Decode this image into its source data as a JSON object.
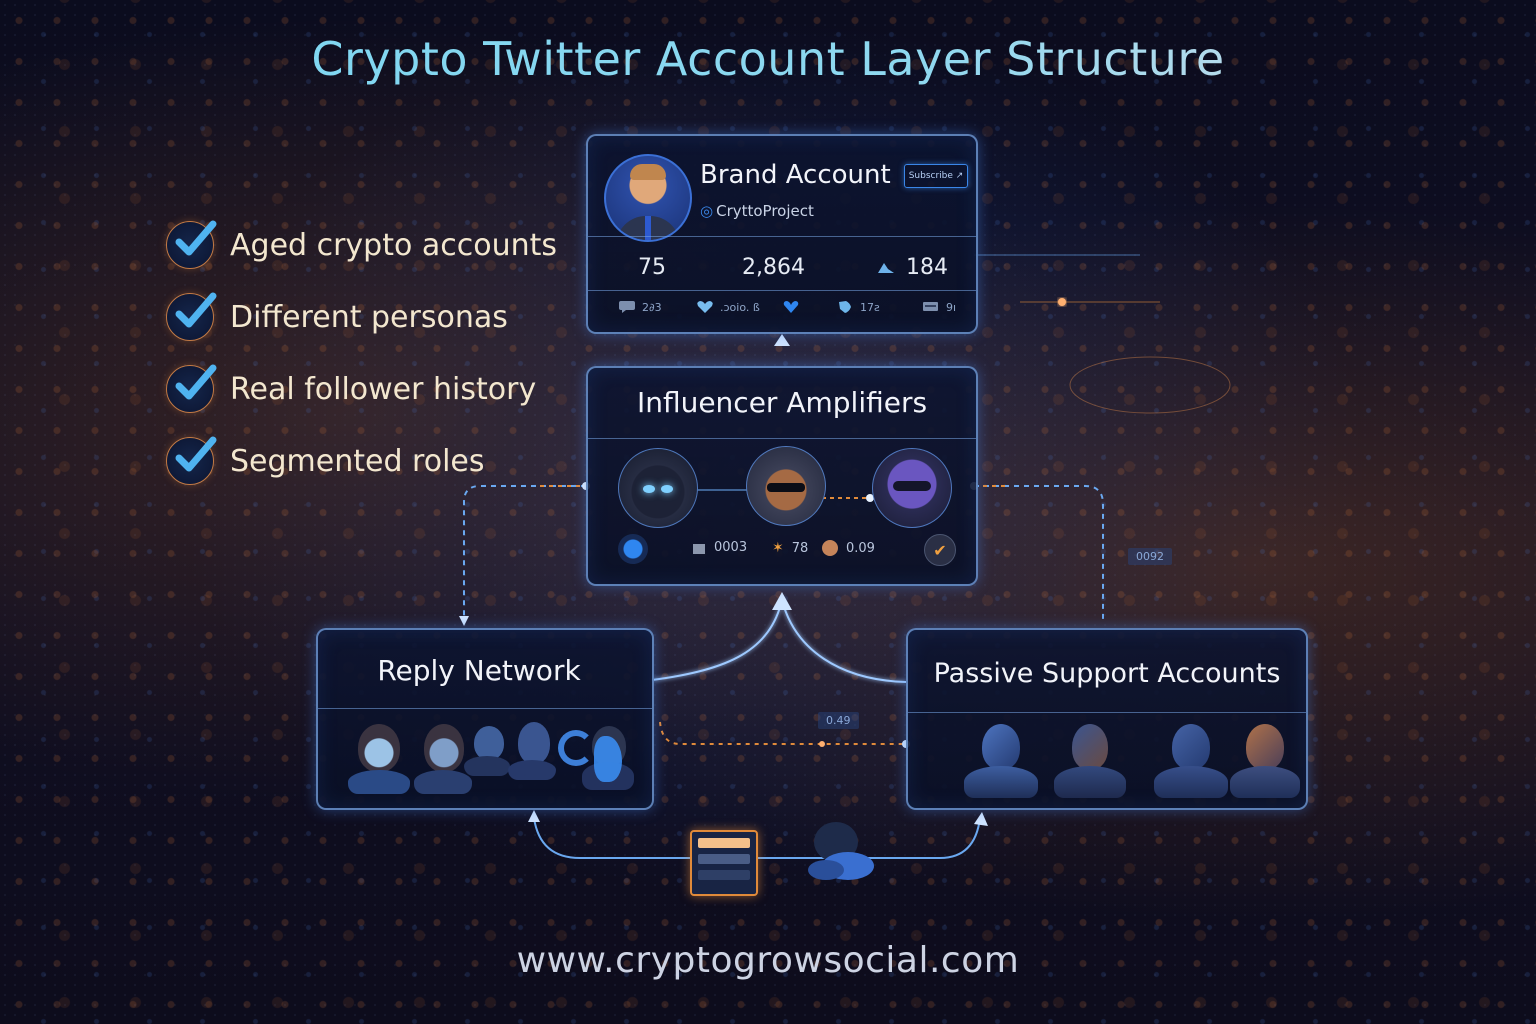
{
  "title": "Crypto Twitter Account Layer Structure",
  "footer_url": "www.cryptogrowsocial.com",
  "colors": {
    "title_cyan": "#79d6f2",
    "panel_border": "#78a5e6",
    "accent_orange": "#e08a3a",
    "check_blue": "#4fb3f0",
    "checklist_text": "#f3e7cf"
  },
  "checklist": [
    {
      "icon": "checkmark-icon",
      "label": "Aged crypto accounts"
    },
    {
      "icon": "checkmark-icon",
      "label": "Different personas"
    },
    {
      "icon": "checkmark-icon",
      "label": "Real follower history"
    },
    {
      "icon": "checkmark-icon",
      "label": "Segmented roles"
    }
  ],
  "brand_account": {
    "name": "Brand Account",
    "handle": "CryttoProject",
    "badge": "Subscribe ↗",
    "stats": [
      {
        "value": "75"
      },
      {
        "value": "2,864"
      },
      {
        "icon": "followers-icon",
        "value": "184"
      }
    ],
    "actions": [
      {
        "icon": "comment-icon",
        "value": "2∂3"
      },
      {
        "icon": "heart-icon",
        "value": ".ɔoio. ß"
      },
      {
        "icon": "like-heart-icon",
        "value": ""
      },
      {
        "icon": "retweet-icon",
        "value": "17ƨ"
      },
      {
        "icon": "share-icon",
        "value": "9ı"
      }
    ]
  },
  "influencer_amplifiers": {
    "title": "Influencer Amplifiers",
    "avatars": [
      "hooded-avatar",
      "sunglasses-avatar",
      "purple-masked-avatar"
    ],
    "stats": [
      {
        "icon": "bag-icon",
        "value": "0003"
      },
      {
        "icon": "runner-icon",
        "value": "78"
      },
      {
        "icon": "coin-icon",
        "value": "0.09"
      }
    ]
  },
  "reply_network": {
    "title": "Reply Network",
    "avatars": 6
  },
  "passive_support": {
    "title": "Passive Support Accounts",
    "avatars": 4
  },
  "decorative_labels": {
    "right_readout": "0092",
    "center_readout": "0.49"
  }
}
